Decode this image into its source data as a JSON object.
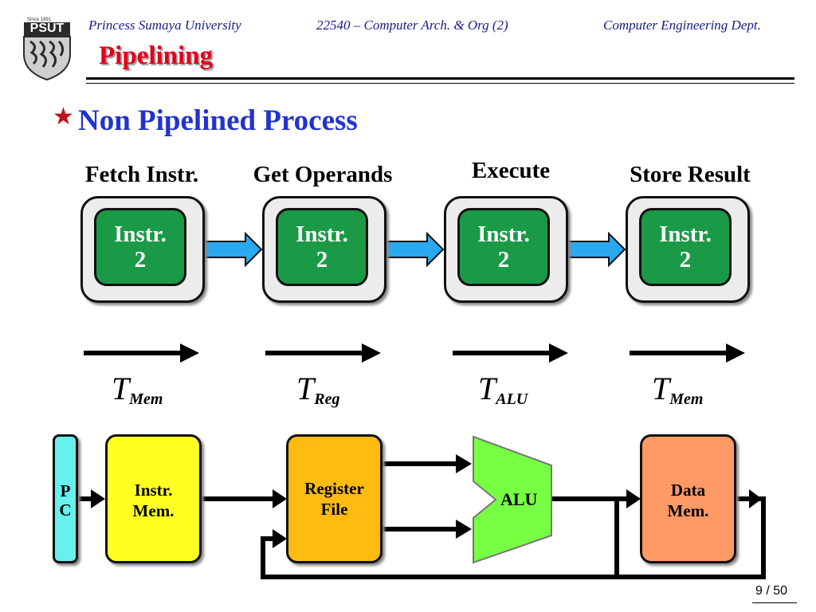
{
  "header": {
    "university": "Princess Sumaya University",
    "course": "22540 – Computer Arch. & Org (2)",
    "department": "Computer Engineering Dept.",
    "logo_text": "PSUT",
    "logo_since": "Since 1991",
    "title": "Pipelining"
  },
  "bullet": {
    "text": "Non Pipelined Process"
  },
  "stages": [
    {
      "label": "Fetch Instr.",
      "instr_line1": "Instr.",
      "instr_line2": "2",
      "time_base": "T",
      "time_sub": "Mem"
    },
    {
      "label": "Get Operands",
      "instr_line1": "Instr.",
      "instr_line2": "2",
      "time_base": "T",
      "time_sub": "Reg"
    },
    {
      "label": "Execute",
      "instr_line1": "Instr.",
      "instr_line2": "2",
      "time_base": "T",
      "time_sub": "ALU"
    },
    {
      "label": "Store Result",
      "instr_line1": "Instr.",
      "instr_line2": "2",
      "time_base": "T",
      "time_sub": "Mem"
    }
  ],
  "datapath": {
    "pc": {
      "line1": "P",
      "line2": "C"
    },
    "instr_mem": {
      "line1": "Instr.",
      "line2": "Mem."
    },
    "reg_file": {
      "line1": "Register",
      "line2": "File"
    },
    "alu": {
      "label": "ALU"
    },
    "data_mem": {
      "line1": "Data",
      "line2": "Mem."
    }
  },
  "colors": {
    "title_red": "#e2001a",
    "header_blue": "#1a1a8c",
    "bullet_blue": "#2233cc",
    "instr_green": "#1a9a47",
    "arrow_blue": "#2aa8f0",
    "pc_cyan": "#66f0ee",
    "instr_mem_yellow": "#ffff22",
    "reg_file_orange": "#ffbb11",
    "alu_green": "#77ff44",
    "data_mem_salmon": "#ff9966"
  },
  "page": {
    "current": "9",
    "total": "50",
    "label": "9 / 50"
  }
}
